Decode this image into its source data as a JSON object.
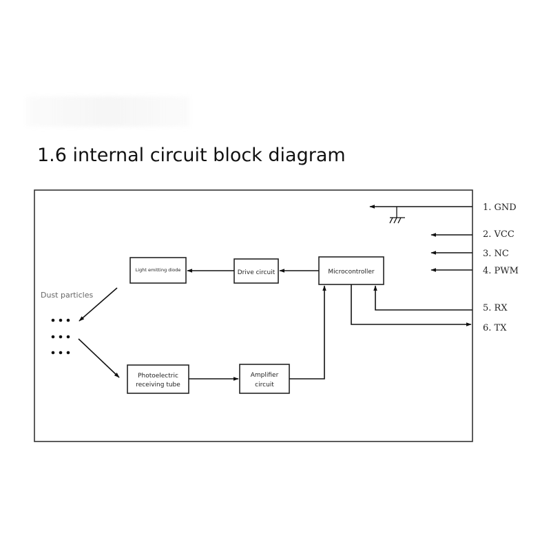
{
  "title": "1.6 internal circuit block diagram",
  "blocks": {
    "led": "Light emitting diode",
    "drive": "Drive circuit",
    "mcu": "Microcontroller",
    "photo_line1": "Photoelectric",
    "photo_line2": "receiving tube",
    "amp_line1": "Amplifier",
    "amp_line2": "circuit"
  },
  "dust_label": "Dust particles",
  "pins": [
    {
      "label": "1. GND"
    },
    {
      "label": "2. VCC"
    },
    {
      "label": "3. NC"
    },
    {
      "label": "4. PWM"
    },
    {
      "label": "5. RX"
    },
    {
      "label": "6. TX"
    }
  ]
}
